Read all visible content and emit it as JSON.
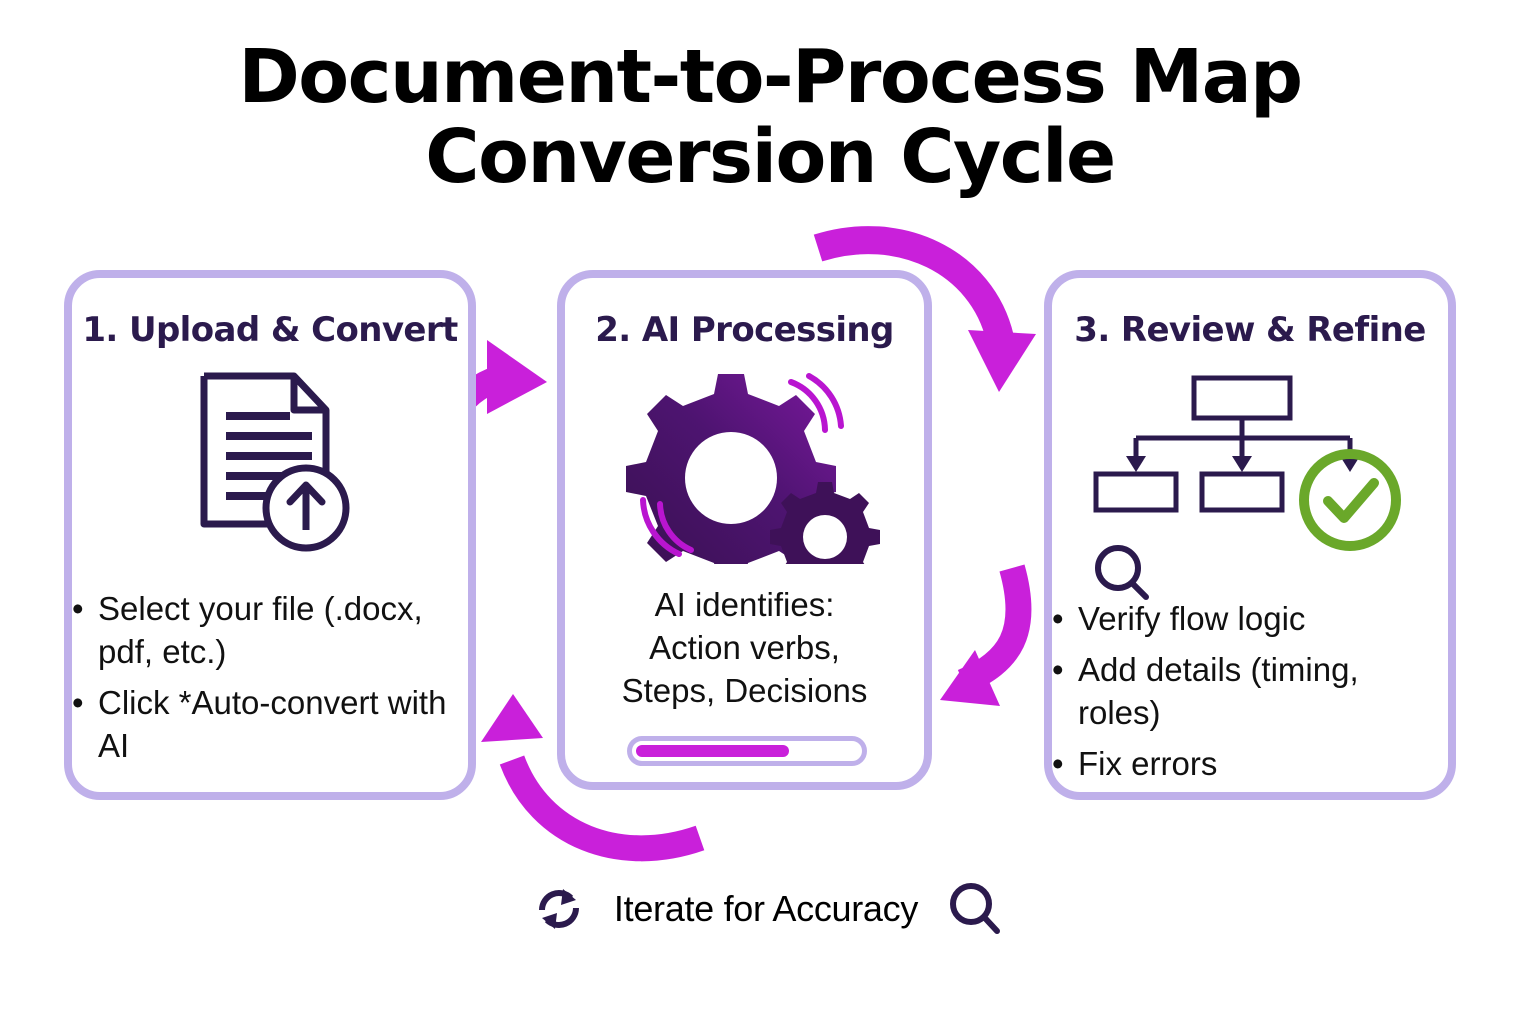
{
  "title": "Document-to-Process Map Conversion Cycle",
  "colors": {
    "card_border": "#bfb0ea",
    "heading_purple": "#2b1a4d",
    "arrow_magenta": "#c920da",
    "gear_purple": "#45146b",
    "check_green": "#6aa82a",
    "progress_fill": "#c920da",
    "text_black": "#111111"
  },
  "cards": [
    {
      "title": "1. Upload & Convert",
      "icon": "document-upload-icon",
      "bullets": [
        "Select your file (.docx, pdf, etc.)",
        "Click *Auto-convert with AI"
      ]
    },
    {
      "title": "2. AI Processing",
      "icon": "gears-icon",
      "body_lines": [
        "AI identifies:",
        "Action verbs,",
        "Steps, Decisions"
      ],
      "progress": {
        "percent": 70,
        "label": ""
      }
    },
    {
      "title": "3. Review & Refine",
      "icon": "flowchart-check-icon",
      "secondary_icon": "magnifier-icon",
      "bullets": [
        "Verify flow logic",
        "Add details (timing, roles)",
        "Fix errors"
      ]
    }
  ],
  "arrows": [
    {
      "name": "arrow-step1-to-step2",
      "direction": "right-up"
    },
    {
      "name": "arrow-step2-to-step3",
      "direction": "over-right-down"
    },
    {
      "name": "arrow-step3-to-step2",
      "direction": "down-left"
    },
    {
      "name": "arrow-step2-to-step1",
      "direction": "left-up"
    }
  ],
  "footer": {
    "refresh_icon": "refresh-cycle-icon",
    "label": "Iterate for Accuracy",
    "magnifier_icon": "magnifier-icon"
  }
}
